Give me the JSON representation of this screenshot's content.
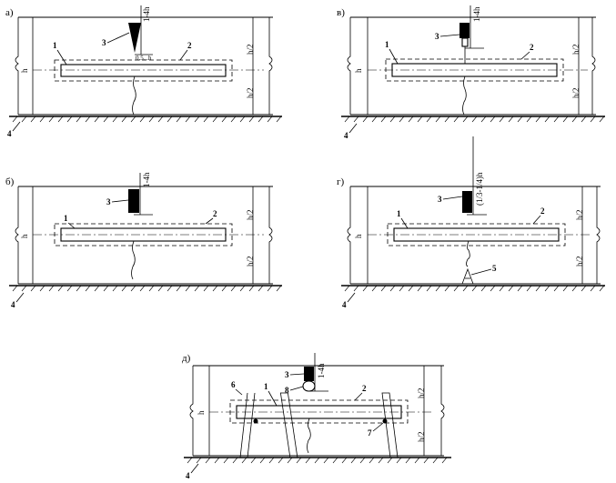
{
  "panels": {
    "a": {
      "letter": "а)",
      "dim": "1-4h",
      "sub_dim": "0,5...h"
    },
    "v": {
      "letter": "в)",
      "dim": "1-4h"
    },
    "b": {
      "letter": "б)",
      "dim": "1-4h"
    },
    "g": {
      "letter": "г)",
      "dim": "(1/3-1/4)h"
    },
    "d": {
      "letter": "д)",
      "dim": "1-4h"
    }
  },
  "labels": {
    "h": "h",
    "h_half": "h/2",
    "n1": "1",
    "n2": "2",
    "n3": "3",
    "n4": "4",
    "n5": "5",
    "n6": "6",
    "n7": "7",
    "n8": "8"
  }
}
